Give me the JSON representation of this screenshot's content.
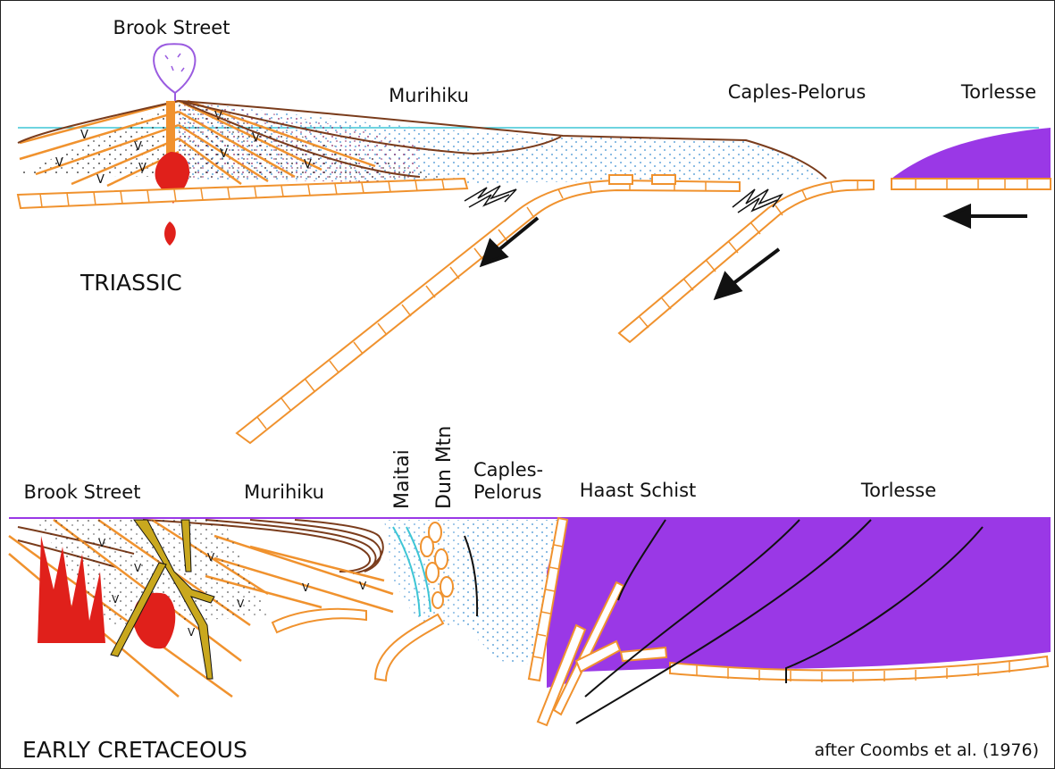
{
  "panels": {
    "triassic": {
      "title": "TRIASSIC",
      "labels": {
        "brook_street": "Brook Street",
        "murihiku": "Murihiku",
        "caples_pelorus": "Caples-Pelorus",
        "torlesse": "Torlesse"
      }
    },
    "early_cretaceous": {
      "title": "EARLY CRETACEOUS",
      "labels": {
        "brook_street": "Brook Street",
        "murihiku": "Murihiku",
        "maitai": "Maitai",
        "dun_mtn": "Dun Mtn",
        "caples_line1": "Caples-",
        "caples_line2": "Pelorus",
        "haast_schist": "Haast Schist",
        "torlesse": "Torlesse"
      }
    }
  },
  "credit": "after Coombs et al. (1976)",
  "colors": {
    "plate": "#f0922e",
    "pluton": "#e0201b",
    "torlesse": "#9a38e6",
    "sea": "#3ec6d6",
    "sediment_dots": "#67a8dc",
    "murihiku_lines": "#7a3c1c",
    "intrusion": "#c9a81e",
    "volcano_outline": "#9a5be0"
  }
}
